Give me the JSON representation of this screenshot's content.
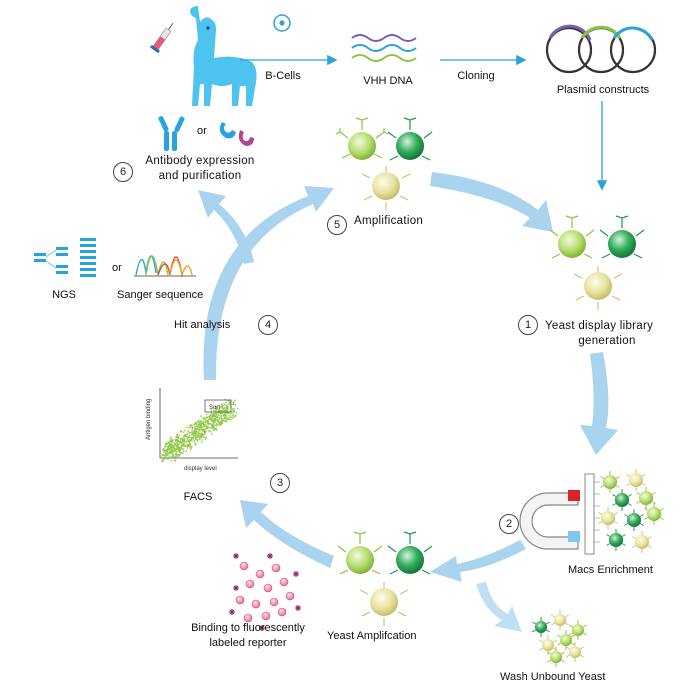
{
  "labels": {
    "b_cells": "B-Cells",
    "vhh_dna": "VHH DNA",
    "cloning": "Cloning",
    "plasmid_constructs": "Plasmid constructs",
    "antibody_line1": "Antibody  expression",
    "antibody_line2": "and purification",
    "or_1": "or",
    "or_2": "or",
    "amplification": "Amplification",
    "ngs": "NGS",
    "sanger": "Sanger sequence",
    "hit_analysis": "Hit analysis",
    "yeast_display_line1": "Yeast display library",
    "yeast_display_line2": "generation",
    "facs": "FACS",
    "facs_ylabel": "Antigen binding",
    "facs_xlabel": "display level",
    "facs_gate": "Sort",
    "macs": "Macs Enrichment",
    "yeast_amplification": "Yeast Amplifcation",
    "binding_line1": "Binding to fluorescently",
    "binding_line2": "labeled reporter",
    "wash": "Wash Unbound Yeast"
  },
  "steps": {
    "s1": "1",
    "s2": "2",
    "s3": "3",
    "s4": "4",
    "s5": "5",
    "s6": "6"
  },
  "colors": {
    "arrow_blue": "#2aa3dc",
    "cycle_arrow": "#a9d3ee",
    "llama": "#4fc3f0",
    "yeast_light": "#9ccc4a",
    "yeast_dark": "#1e9a4a",
    "yeast_pale": "#dcd98a",
    "magnet_red": "#d9232a",
    "magnet_blue": "#7cc8ee",
    "reporter_pink": "#e86a9a",
    "facs_dots": "#8cc63f"
  }
}
